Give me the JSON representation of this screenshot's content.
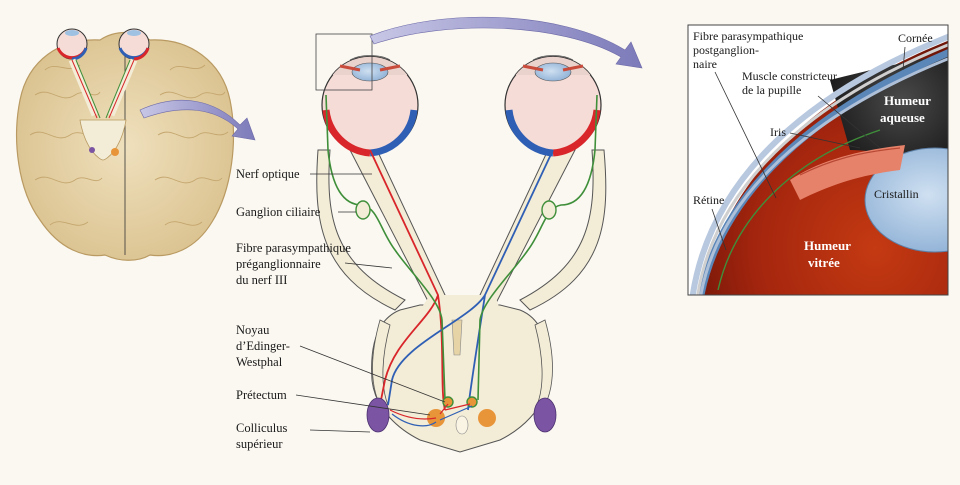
{
  "labels": {
    "nerf_optique": "Nerf optique",
    "ganglion_ciliaire": "Ganglion ciliaire",
    "fibre_pre_1": "Fibre parasympathique",
    "fibre_pre_2": "préganglionnaire",
    "fibre_pre_3": "du nerf III",
    "noyau_1": "Noyau",
    "noyau_2": "d’Edinger-",
    "noyau_3": "Westphal",
    "pretectum": "Prétectum",
    "colliculus_1": "Colliculus",
    "colliculus_2": "supérieur"
  },
  "inset": {
    "fibre_post_1": "Fibre parasympathique",
    "fibre_post_2": "postganglion-",
    "fibre_post_3": "naire",
    "cornee": "Cornée",
    "muscle_1": "Muscle constricteur",
    "muscle_2": "de la pupille",
    "humeur_aqueuse_1": "Humeur",
    "humeur_aqueuse_2": "aqueuse",
    "iris": "Iris",
    "cristallin": "Cristallin",
    "retine": "Rétine",
    "humeur_vitree_1": "Humeur",
    "humeur_vitree_2": "vitrée"
  },
  "colors": {
    "background": "#fbf8f1",
    "tract": "#f3ecd6",
    "red_fiber": "#d8262b",
    "blue_fiber": "#2f5fb5",
    "green_fiber": "#3f8f3a",
    "eye_white": "#f6dcd6",
    "brain": "#e3cfa2",
    "arrow": "#8e8cc6",
    "nucleus_purple": "#7b55a3",
    "nucleus_orange": "#e8953a"
  }
}
